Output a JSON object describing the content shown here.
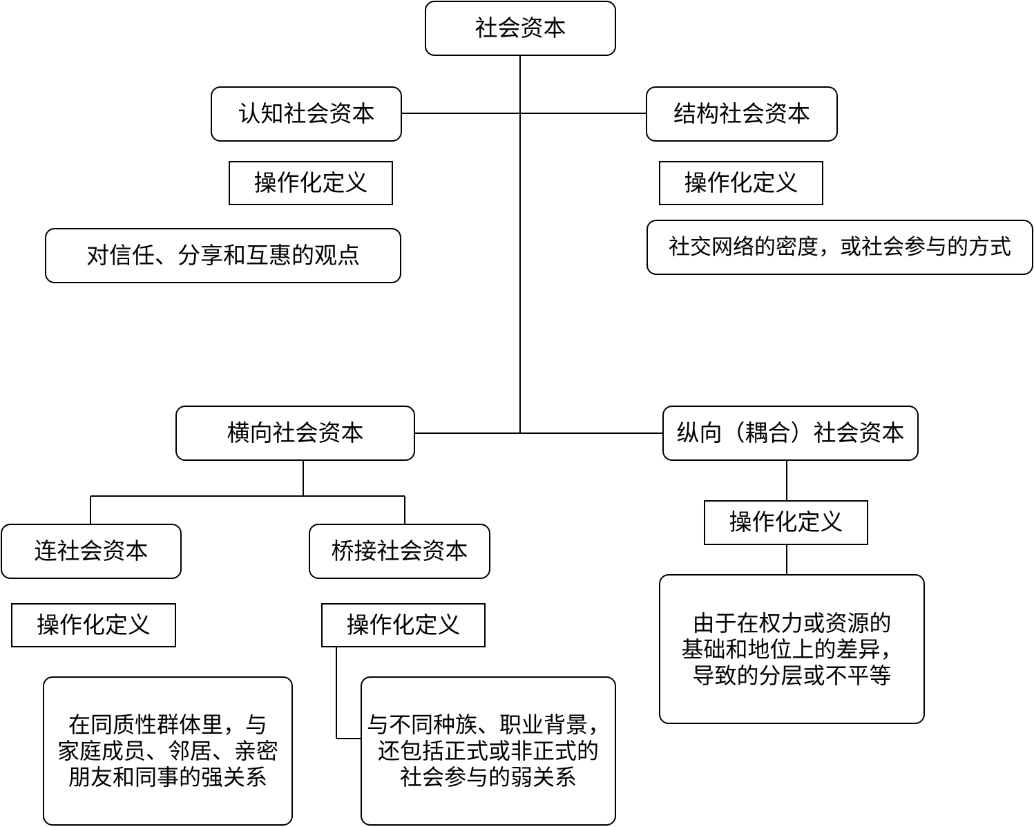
{
  "root": {
    "label": "社会资本"
  },
  "cognitive": {
    "label": "认知社会资本",
    "op_label": "操作化定义",
    "definition": "对信任、分享和互惠的观点"
  },
  "structural": {
    "label": "结构社会资本",
    "op_label": "操作化定义",
    "definition": "社交网络的密度，或社会参与的方式"
  },
  "horizontal": {
    "label": "横向社会资本",
    "bonding": {
      "label": "连社会资本",
      "op_label": "操作化定义",
      "definition_lines": [
        "在同质性群体里，与",
        "家庭成员、邻居、亲密",
        "朋友和同事的强关系"
      ]
    },
    "bridging": {
      "label": "桥接社会资本",
      "op_label": "操作化定义",
      "definition_lines": [
        "与不同种族、职业背景，",
        "还包括正式或非正式的",
        "社会参与的弱关系"
      ]
    }
  },
  "vertical": {
    "label": "纵向（耦合）社会资本",
    "op_label": "操作化定义",
    "definition_lines": [
      "由于在权力或资源的",
      "基础和地位上的差异，",
      "导致的分层或不平等"
    ]
  }
}
